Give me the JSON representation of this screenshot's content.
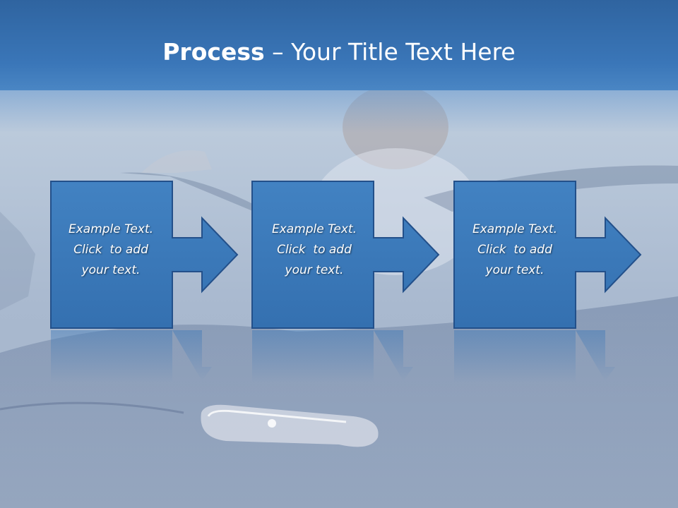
{
  "title": {
    "bold": "Process",
    "rest": " – Your Title Text Here"
  },
  "background": {
    "image": "photo-woman-phone-convertible-car"
  },
  "steps": [
    {
      "line1": "Example Text.",
      "line2": "Click  to add",
      "line3": "your text."
    },
    {
      "line1": "Example Text.",
      "line2": "Click  to add",
      "line3": "your text."
    },
    {
      "line1": "Example Text.",
      "line2": "Click  to add",
      "line3": "your text."
    }
  ],
  "colors": {
    "header": "#3570b0",
    "box_fill": "#3c78b8",
    "box_stroke": "#23508a",
    "text": "#ffffff"
  }
}
